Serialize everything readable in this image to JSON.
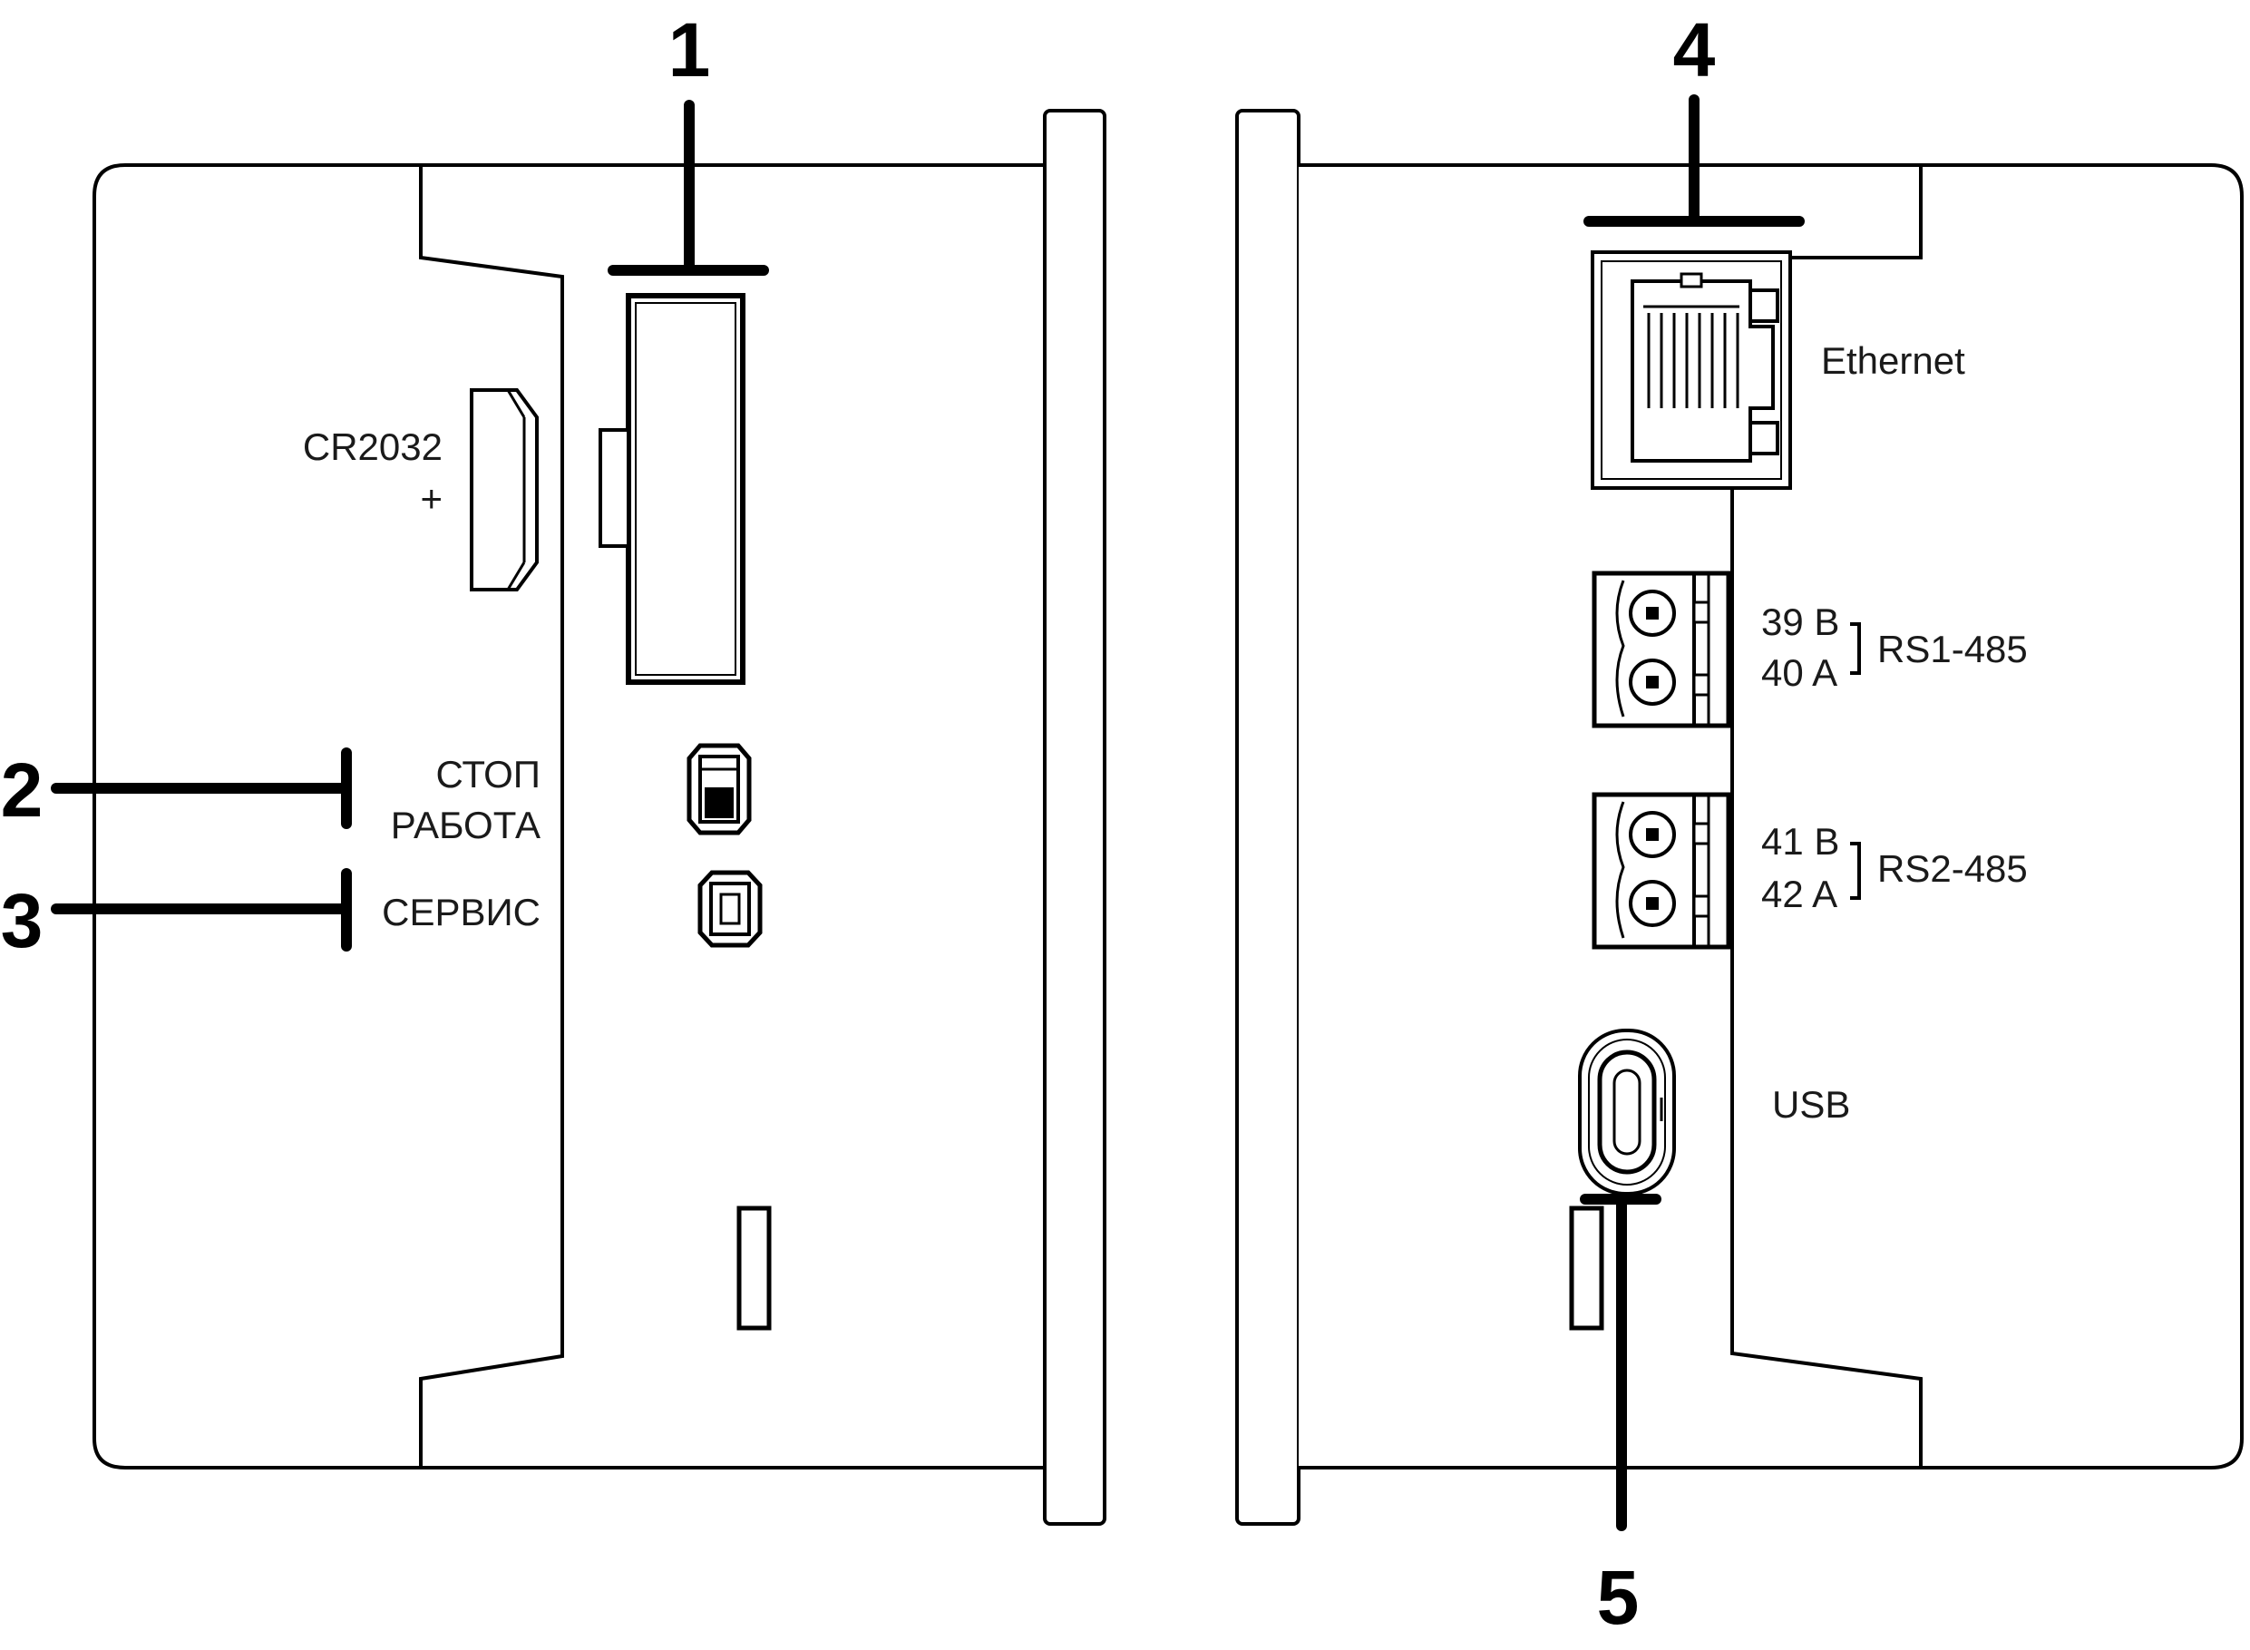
{
  "callouts": {
    "c1": "1",
    "c2": "2",
    "c3": "3",
    "c4": "4",
    "c5": "5"
  },
  "left_panel": {
    "battery_label": "CR2032",
    "battery_polarity": "+",
    "switch_stop": "СТОП",
    "switch_run": "РАБОТА",
    "service_label": "СЕРВИС"
  },
  "right_panel": {
    "ethernet_label": "Ethernet",
    "rs1_b": "39 B",
    "rs1_a": "40 A",
    "rs1_label": "RS1-485",
    "rs2_b": "41 B",
    "rs2_a": "42 A",
    "rs2_label": "RS2-485",
    "usb_label": "USB"
  }
}
